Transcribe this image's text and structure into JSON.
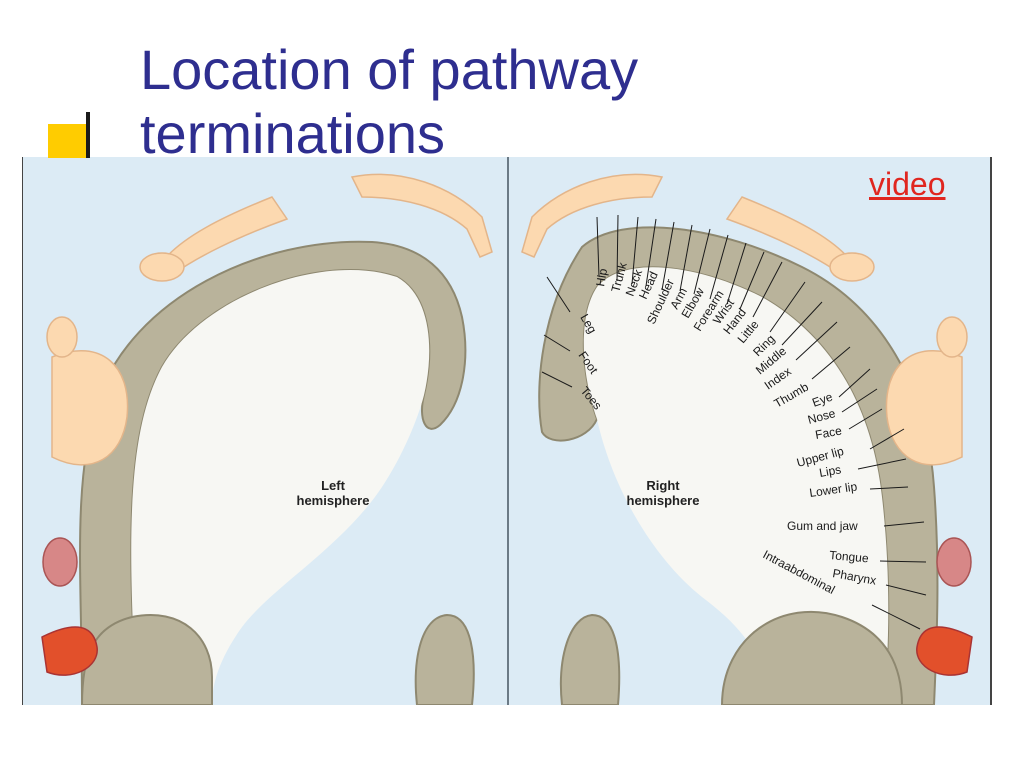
{
  "slide": {
    "title": "Location of pathway\nterminations",
    "video_link": "video"
  },
  "figure": {
    "left_hemisphere_label": "Left\nhemisphere",
    "right_hemisphere_label": "Right\nhemisphere",
    "body_part_labels": [
      "Hip",
      "Trunk",
      "Neck",
      "Head",
      "Shoulder",
      "Arm",
      "Elbow",
      "Forearm",
      "Wrist",
      "Hand",
      "Little",
      "Ring",
      "Middle",
      "Index",
      "Thumb",
      "Eye",
      "Nose",
      "Face",
      "Upper lip",
      "Lips",
      "Lower lip",
      "Gum and jaw",
      "Tongue",
      "Pharynx",
      "Intraabdominal",
      "Leg",
      "Foot",
      "Toes"
    ],
    "colors": {
      "title": "#2e2e8f",
      "bullet": "#ffcc00",
      "video_link": "#e0261f",
      "background": "#dcebf5",
      "cortex": "#b9b39b",
      "white_matter": "#f7f7f3",
      "homunculus": "#fcd9b0"
    }
  }
}
